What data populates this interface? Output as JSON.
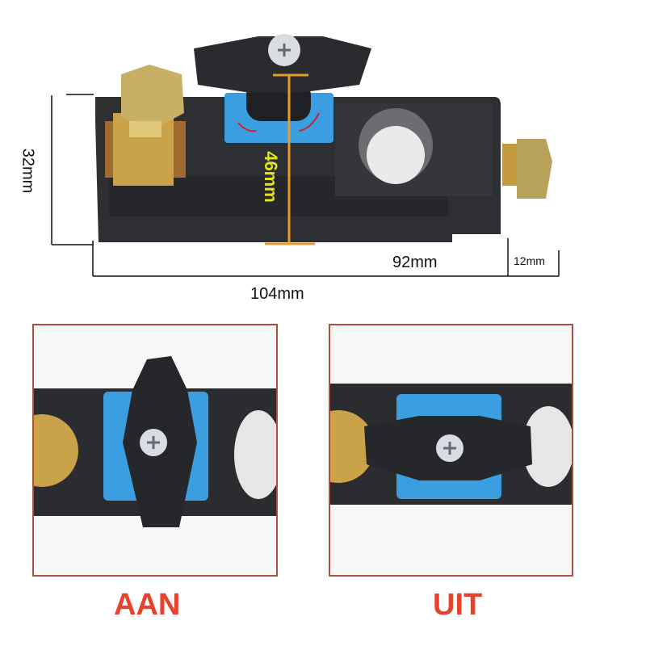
{
  "dimensions": {
    "height": "32mm",
    "knob_height": "46mm",
    "body_length": "92mm",
    "bolt_length": "12mm",
    "total_length": "104mm"
  },
  "states": {
    "on_label": "AAN",
    "off_label": "UIT"
  },
  "colors": {
    "body": "#2e2f33",
    "brass": "#c9a24a",
    "blue_plate": "#3b9ee0",
    "dimension_orange": "#e89b2a",
    "dimension_yellow": "#e3e31c",
    "label_red": "#e8412c",
    "panel_border": "#b0503c"
  }
}
